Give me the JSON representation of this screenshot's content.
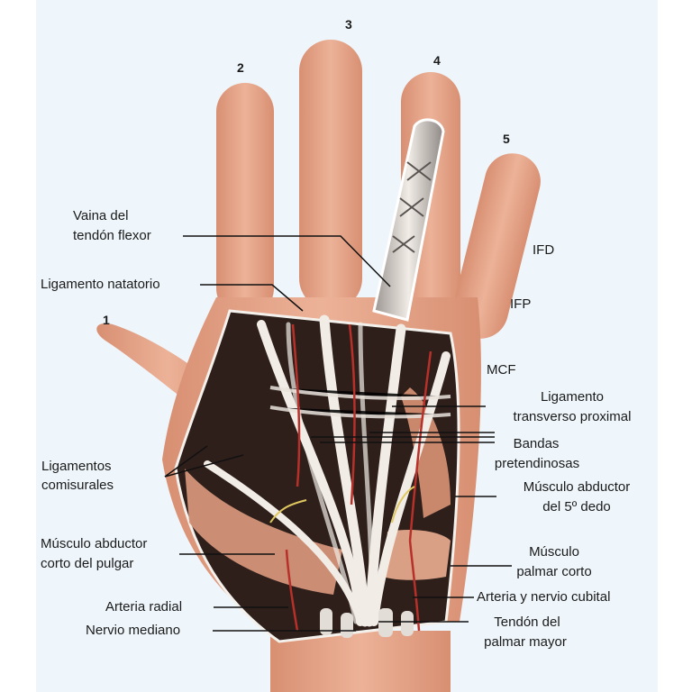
{
  "finger_numbers": [
    "1",
    "2",
    "3",
    "4",
    "5"
  ],
  "joint_labels": {
    "ifd": "IFD",
    "ifp": "IFP",
    "mcf": "MCF"
  },
  "labels_left": {
    "vaina_1": "Vaina del",
    "vaina_2": "tendón flexor",
    "ligamento_natatorio": "Ligamento natatorio",
    "comisurales_1": "Ligamentos",
    "comisurales_2": "comisurales",
    "abductor_pulgar_1": "Músculo abductor",
    "abductor_pulgar_2": "corto del pulgar",
    "arteria_radial": "Arteria radial",
    "nervio_mediano": "Nervio mediano"
  },
  "labels_right": {
    "transverso_1": "Ligamento",
    "transverso_2": "transverso proximal",
    "bandas_1": "Bandas",
    "bandas_2": "pretendinosas",
    "abductor_5_1": "Músculo abductor",
    "abductor_5_2": "del 5º dedo",
    "palmar_corto_1": "Músculo",
    "palmar_corto_2": "palmar corto",
    "arteria_cubital": "Arteria y nervio cubital",
    "palmar_mayor_1": "Tendón del",
    "palmar_mayor_2": "palmar mayor"
  },
  "colors": {
    "skin": "#e8a98e",
    "skin_shadow": "#d68f74",
    "tissue_dark": "#2a1c18",
    "tendon": "#f2ede6",
    "muscle": "#d99a80",
    "artery": "#b8302a",
    "nerve": "#e0c860",
    "leader_line": "#111111"
  }
}
